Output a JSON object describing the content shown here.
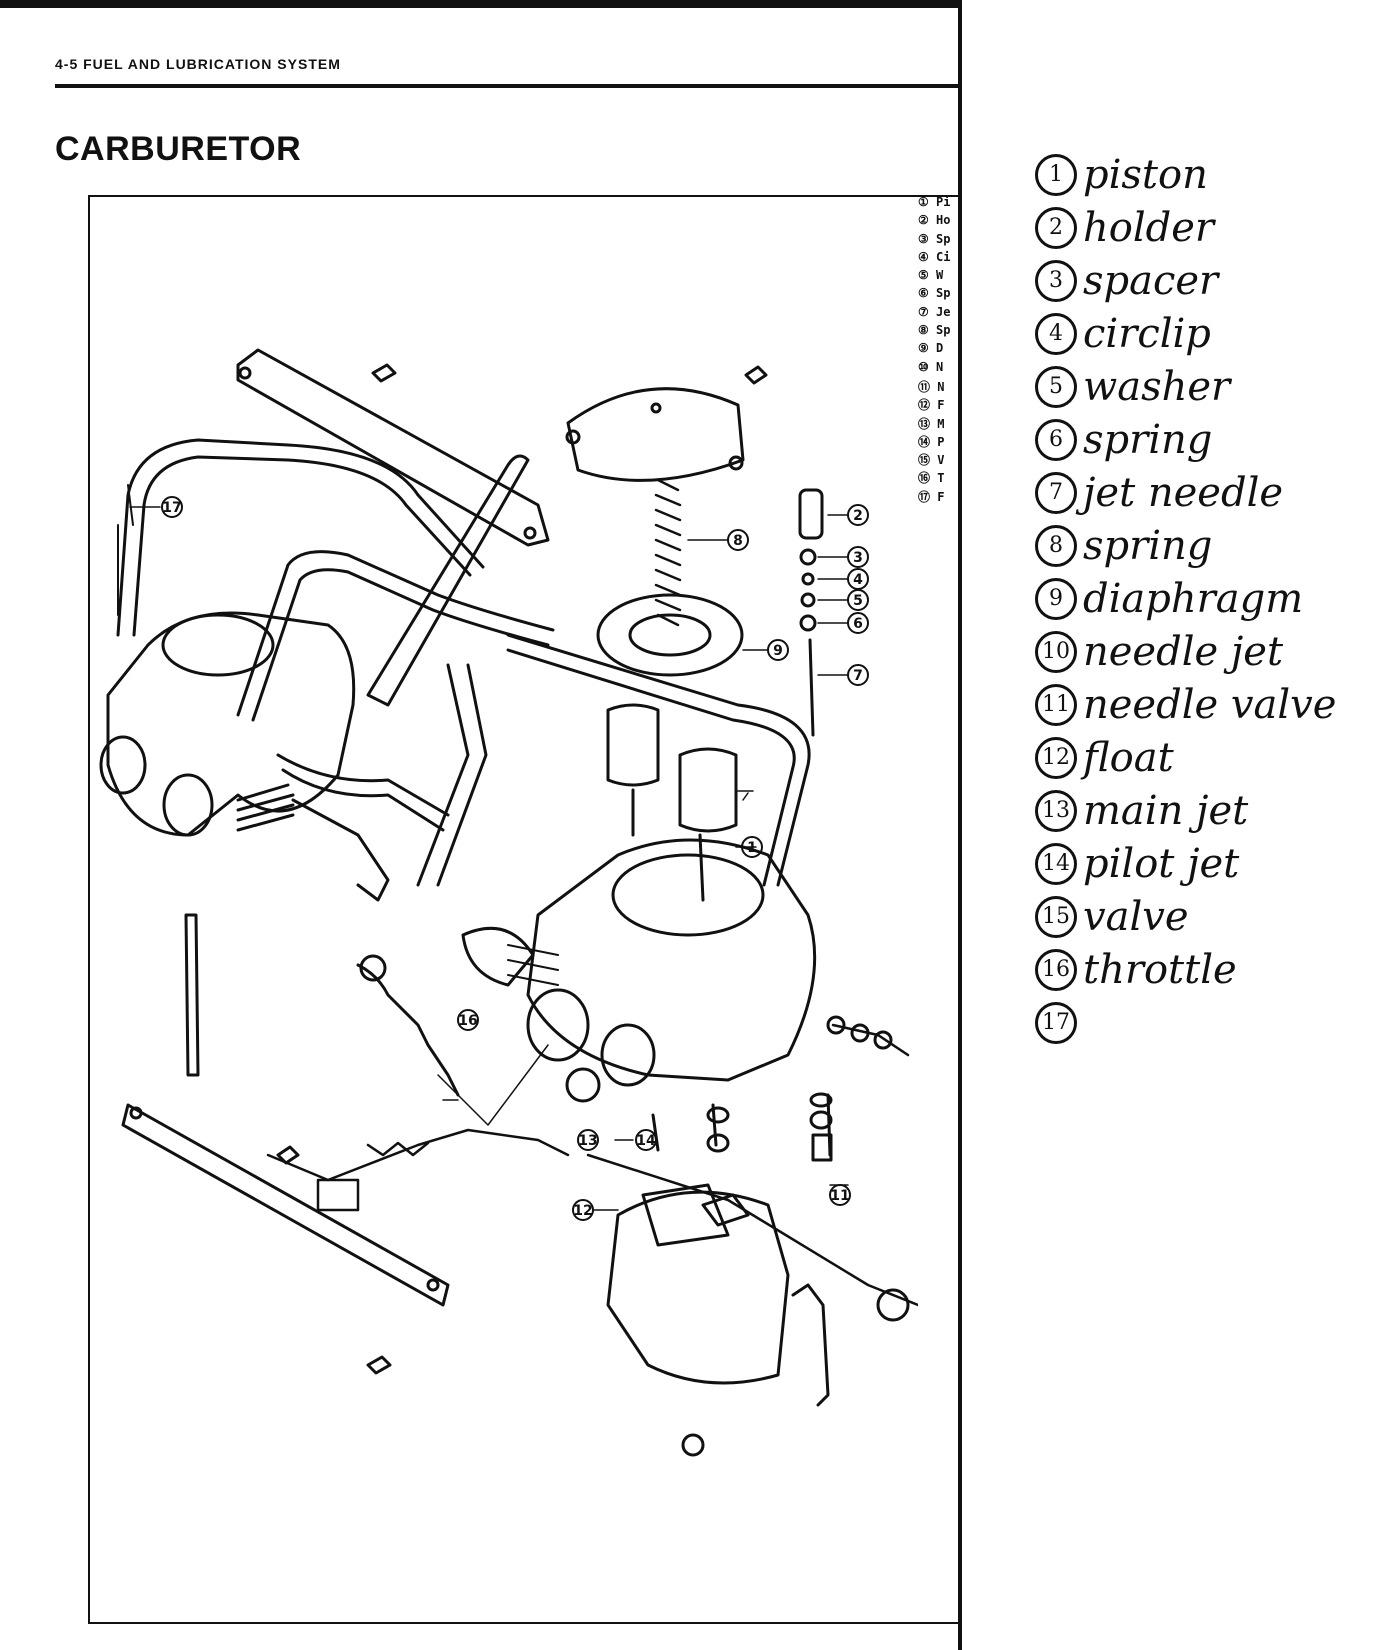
{
  "header": {
    "section": "4-5  FUEL AND LUBRICATION SYSTEM"
  },
  "title": "CARBURETOR",
  "legend_col": [
    "① Pi",
    "② Ho",
    "③ Sp",
    "④ Ci",
    "⑤ W",
    "⑥ Sp",
    "⑦ Je",
    "⑧ Sp",
    "⑨ D",
    "⑩ N",
    "⑪ N",
    "⑫ F",
    "⑬ M",
    "⑭ P",
    "⑮ V",
    "⑯ T",
    "⑰ F"
  ],
  "callouts": [
    "1",
    "2",
    "3",
    "4",
    "5",
    "6",
    "7",
    "8",
    "9",
    "11",
    "12",
    "13",
    "14",
    "16",
    "17"
  ],
  "notes": [
    {
      "num": "1",
      "text": "piston"
    },
    {
      "num": "2",
      "text": "holder"
    },
    {
      "num": "3",
      "text": "spacer"
    },
    {
      "num": "4",
      "text": "circlip"
    },
    {
      "num": "5",
      "text": "washer"
    },
    {
      "num": "6",
      "text": "spring"
    },
    {
      "num": "7",
      "text": "jet needle"
    },
    {
      "num": "8",
      "text": "spring"
    },
    {
      "num": "9",
      "text": "diaphragm"
    },
    {
      "num": "10",
      "text": "needle jet"
    },
    {
      "num": "11",
      "text": "needle valve"
    },
    {
      "num": "12",
      "text": "float"
    },
    {
      "num": "13",
      "text": "main jet"
    },
    {
      "num": "14",
      "text": "pilot jet"
    },
    {
      "num": "15",
      "text": "valve"
    },
    {
      "num": "16",
      "text": "throttle"
    },
    {
      "num": "17",
      "text": ""
    }
  ]
}
